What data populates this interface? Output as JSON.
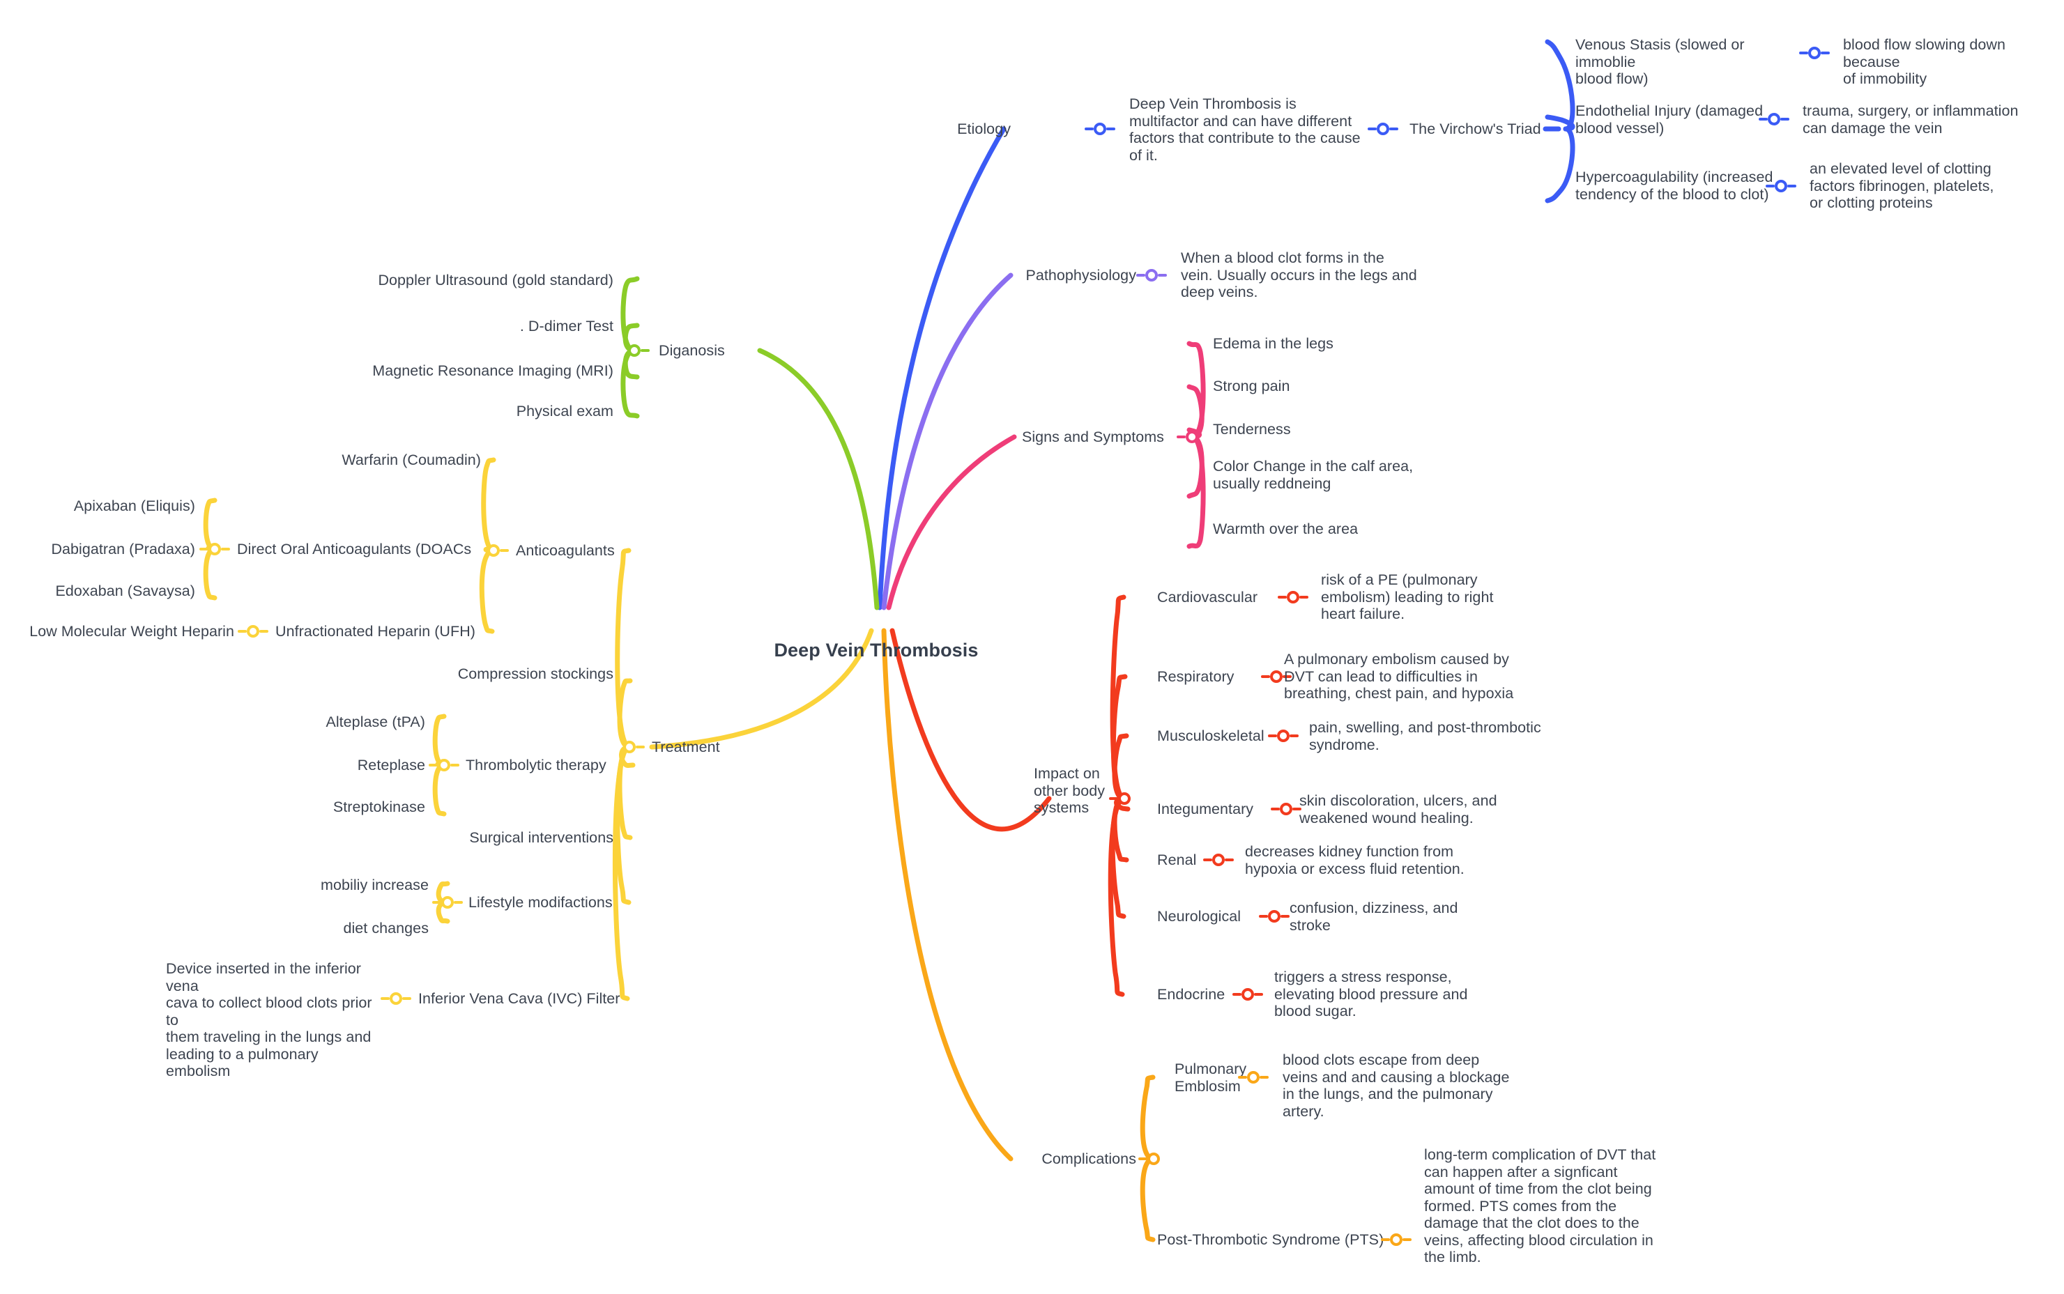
{
  "title": "Deep Vein Thrombosis",
  "colors": {
    "root_text": "#363f4d",
    "label_text": "#3d4450",
    "blue": "#3B5BF5",
    "purple": "#8B6EF0",
    "pink": "#EF3D78",
    "green": "#8BCC28",
    "yellow": "#FBD33A",
    "orange": "#FAA718",
    "red": "#F23B1E",
    "background": "#FFFFFF"
  },
  "branches": {
    "etiology": {
      "label": "Etiology",
      "color": "#3B5BF5",
      "note": "Deep Vein Thrombosis is\nmultifactor and can have different\nfactors that contribute to the cause\nof it.",
      "child": {
        "label": "The Virchow's Triad",
        "items": [
          {
            "label": "Venous Stasis (slowed or immoblie\nblood flow)",
            "note": "blood flow slowing down because\nof  immobility"
          },
          {
            "label": "Endothelial Injury (damaged\nblood vessel)",
            "note": "trauma, surgery, or inflammation\ncan damage the vein"
          },
          {
            "label": "Hypercoagulability (increased\ntendency of the blood to clot)",
            "note": "an elevated level of clotting\nfactors fibrinogen, platelets,\nor clotting proteins"
          }
        ]
      }
    },
    "pathophysiology": {
      "label": "Pathophysiology",
      "color": "#8B6EF0",
      "note": "When a blood clot forms in the\nvein. Usually occurs in the legs and\ndeep veins."
    },
    "signs_and_symptoms": {
      "label": "Signs and Symptoms",
      "color": "#EF3D78",
      "items": [
        "Edema in the legs",
        "Strong pain",
        "Tenderness",
        "Color Change in the calf area,\nusually reddneing",
        "Warmth over the area"
      ]
    },
    "diagnosis": {
      "label": "Diganosis",
      "color": "#8BCC28",
      "items": [
        "Doppler Ultrasound (gold standard)",
        ". D-dimer Test",
        "Magnetic Resonance Imaging (MRI)",
        "Physical exam"
      ]
    },
    "treatment": {
      "label": "Treatment",
      "color": "#FBD33A",
      "anticoagulants": {
        "label": "Anticoagulants",
        "warfarin": "Warfarin (Coumadin)",
        "doacs": {
          "label": "Direct Oral Anticoagulants (DOACs",
          "items": [
            "Apixaban (Eliquis)",
            "Dabigatran (Pradaxa)",
            "Edoxaban (Savaysa)"
          ]
        },
        "ufh": {
          "label": "Unfractionated Heparin (UFH)",
          "child": "Low Molecular Weight Heparin"
        }
      },
      "compression_stockings": "Compression stockings",
      "thrombolytic": {
        "label": "Thrombolytic therapy",
        "items": [
          "Alteplase (tPA)",
          "Reteplase",
          "Streptokinase"
        ]
      },
      "surgical": "Surgical interventions",
      "lifestyle": {
        "label": "Lifestyle modifactions",
        "items": [
          "mobiliy increase",
          "diet changes"
        ]
      },
      "ivc_filter": {
        "label": "Inferior Vena Cava (IVC) Filter",
        "note": "Device inserted in the inferior vena\ncava to collect blood clots prior to\nthem traveling in the lungs and\nleading to a pulmonary embolism"
      }
    },
    "impact": {
      "label": "Impact on\n other body\nsystems",
      "color": "#F23B1E",
      "items": [
        {
          "label": "Cardiovascular",
          "note": "risk of a PE (pulmonary\nembolism) leading to right\nheart failure."
        },
        {
          "label": "Respiratory",
          "note": "A pulmonary embolism caused by\n DVT can lead to difficulties in\nbreathing, chest pain, and hypoxia"
        },
        {
          "label": "Musculoskeletal",
          "note": "pain, swelling, and  post-thrombotic\nsyndrome."
        },
        {
          "label": "Integumentary",
          "note": "skin discoloration, ulcers, and\nweakened wound healing."
        },
        {
          "label": "Renal",
          "note": "decreases kidney function from\nhypoxia or  excess fluid retention."
        },
        {
          "label": "Neurological",
          "note": "confusion, dizziness, and\nstroke"
        },
        {
          "label": "Endocrine",
          "note": "triggers a stress response,\nelevating blood pressure and\nblood sugar."
        }
      ]
    },
    "complications": {
      "label": "Complications",
      "color": "#FAA718",
      "items": [
        {
          "label": "Pulmonary\nEmblosim",
          "note": "blood clots escape from deep\nveins and and causing a blockage\nin the lungs, and the  pulmonary\nartery."
        },
        {
          "label": "Post-Thrombotic Syndrome (PTS)",
          "note": "long-term complication of DVT that\ncan happen after a signficant\namount of time from the clot being\nformed. PTS comes from the\ndamage that the clot does to the\nveins, affecting  blood circulation in\nthe limb."
        }
      ]
    }
  }
}
